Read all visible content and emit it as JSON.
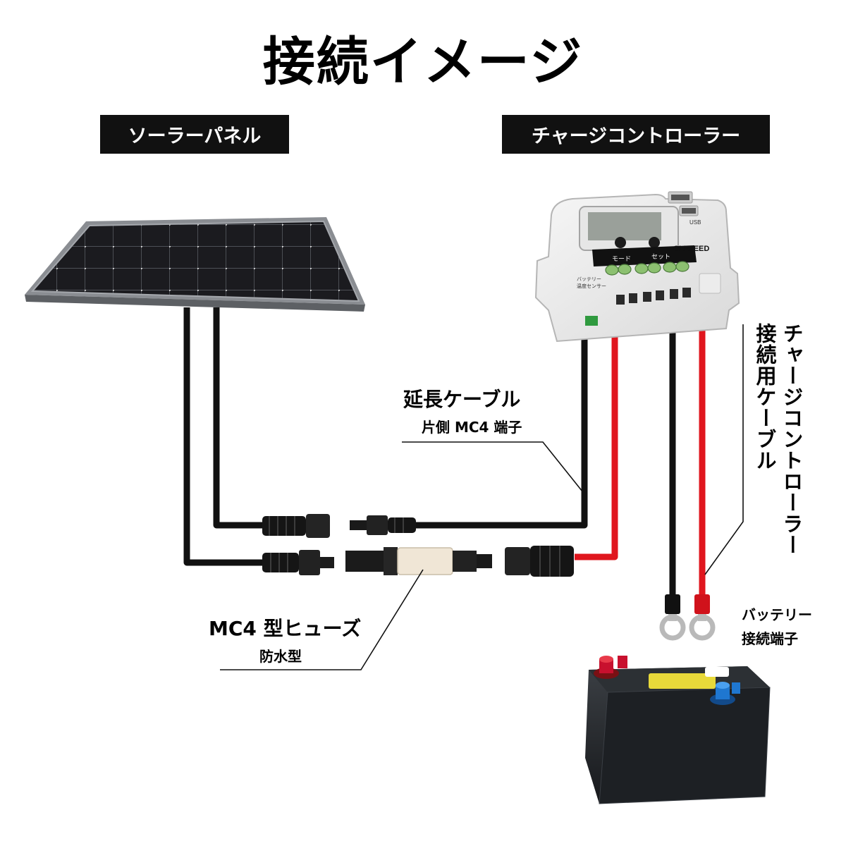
{
  "title": "接続イメージ",
  "tags": {
    "solar_panel": "ソーラーパネル",
    "charge_controller": "チャージコントローラー"
  },
  "labels": {
    "extension_cable": "延長ケーブル",
    "extension_cable_sub": "片側 MC4 端子",
    "fuse": "MC4 型ヒューズ",
    "fuse_sub": "防水型",
    "controller_cable_line1": "チャージコントローラー",
    "controller_cable_line2": "接続用ケーブル",
    "battery_terminal_line1": "バッテリー",
    "battery_terminal_line2": "接続端子"
  },
  "controller": {
    "brand": "CLEZEED",
    "usb": "USB",
    "mode_button": "モード",
    "set_button": "セット",
    "battery_temp_line1": "バッテリー",
    "battery_temp_line2": "温度センサー"
  },
  "colors": {
    "wire_red": "#e0161e",
    "wire_black": "#111111",
    "terminal_red": "#c8102e",
    "terminal_blue": "#1f77d0"
  }
}
